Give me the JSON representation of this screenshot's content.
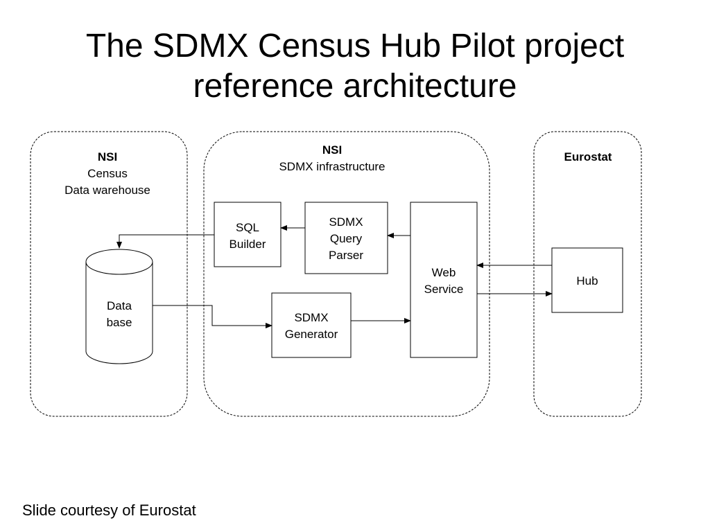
{
  "title": {
    "line1": "The SDMX Census Hub Pilot project",
    "line2": "reference architecture"
  },
  "zones": {
    "nsi_census": {
      "heading": "NSI",
      "line1": "Census",
      "line2": "Data warehouse"
    },
    "nsi_sdmx": {
      "heading": "NSI",
      "line1": "SDMX infrastructure"
    },
    "eurostat": {
      "heading": "Eurostat"
    }
  },
  "components": {
    "database": {
      "line1": "Data",
      "line2": "base"
    },
    "sql_builder": {
      "line1": "SQL",
      "line2": "Builder"
    },
    "query_parser": {
      "line1": "SDMX",
      "line2": "Query",
      "line3": "Parser"
    },
    "generator": {
      "line1": "SDMX",
      "line2": "Generator"
    },
    "web_service": {
      "line1": "Web",
      "line2": "Service"
    },
    "hub": {
      "line1": "Hub"
    }
  },
  "footer": "Slide courtesy of Eurostat"
}
